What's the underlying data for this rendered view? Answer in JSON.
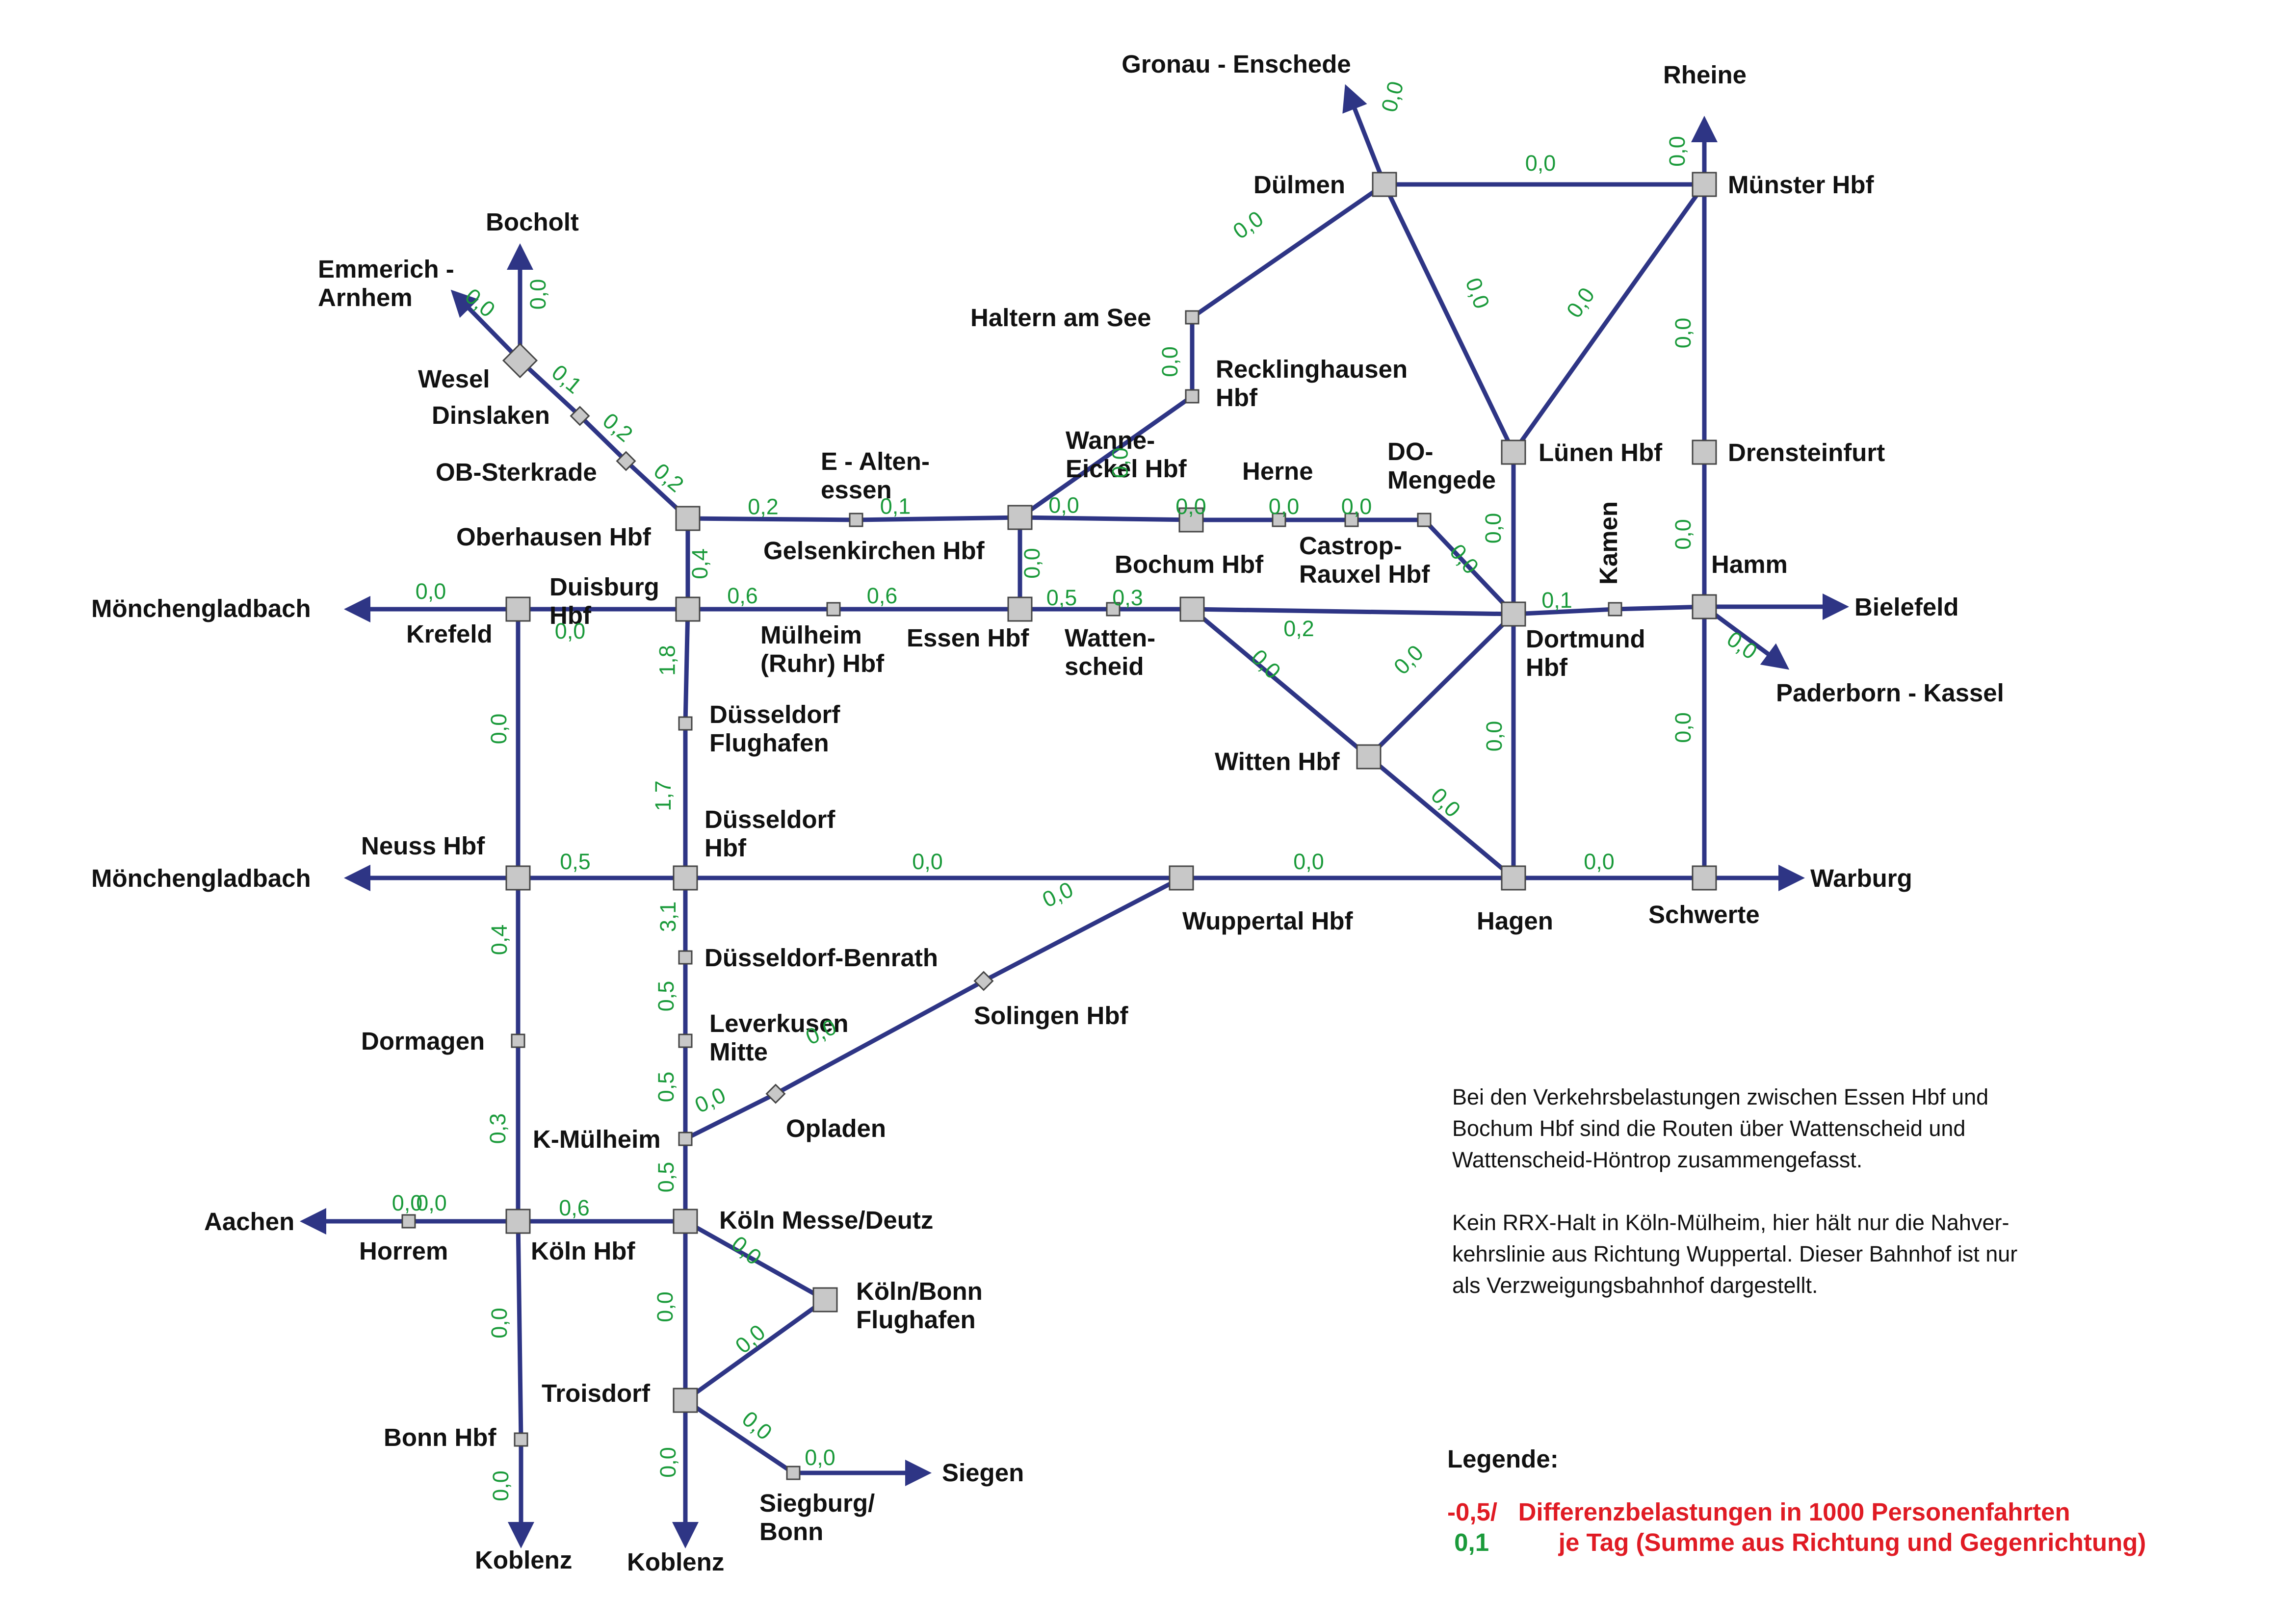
{
  "colors": {
    "line": "#2e3585",
    "station_fill": "#c8c8c8",
    "station_stroke": "#444444",
    "value": "#1a9a3a",
    "legend_red": "#e01b24",
    "label": "#111111"
  },
  "stations": {
    "gronau": [
      "Gronau - Enschede"
    ],
    "rheine": [
      "Rheine"
    ],
    "duelmen": [
      "Dülmen"
    ],
    "muenster": [
      "Münster Hbf"
    ],
    "bocholt": [
      "Bocholt"
    ],
    "emmerich": [
      "Emmerich -",
      "Arnhem"
    ],
    "haltern": [
      "Haltern am See"
    ],
    "recklinghausen": [
      "Recklinghausen",
      "Hbf"
    ],
    "wesel": [
      "Wesel"
    ],
    "dinslaken": [
      "Dinslaken"
    ],
    "sterkrade": [
      "OB-Sterkrade"
    ],
    "altenessen": [
      "E - Alten-",
      "essen"
    ],
    "wanne": [
      "Wanne-",
      "Eickel Hbf"
    ],
    "herne": [
      "Herne"
    ],
    "mengede": [
      "DO-",
      "Mengede"
    ],
    "luenen": [
      "Lünen Hbf"
    ],
    "drensteinfurt": [
      "Drensteinfurt"
    ],
    "oberhausen": [
      "Oberhausen Hbf"
    ],
    "gelsenkirchen": [
      "Gelsenkirchen Hbf"
    ],
    "bochum": [
      "Bochum Hbf"
    ],
    "castrop": [
      "Castrop-",
      "Rauxel Hbf"
    ],
    "kamen": [
      "Kamen"
    ],
    "hamm": [
      "Hamm"
    ],
    "mg1": [
      "Mönchengladbach"
    ],
    "krefeld": [
      "Krefeld"
    ],
    "duisburg": [
      "Duisburg",
      "Hbf"
    ],
    "muelheim": [
      "Mülheim",
      "(Ruhr) Hbf"
    ],
    "essen": [
      "Essen Hbf"
    ],
    "wattenscheid": [
      "Watten-",
      "scheid"
    ],
    "dortmund": [
      "Dortmund",
      "Hbf"
    ],
    "bielefeld": [
      "Bielefeld"
    ],
    "paderborn": [
      "Paderborn - Kassel"
    ],
    "dusflughafen": [
      "Düsseldorf",
      "Flughafen"
    ],
    "witten": [
      "Witten Hbf"
    ],
    "mg2": [
      "Mönchengladbach"
    ],
    "neuss": [
      "Neuss Hbf"
    ],
    "duesseldorf": [
      "Düsseldorf",
      "Hbf"
    ],
    "wuppertal": [
      "Wuppertal Hbf"
    ],
    "hagen": [
      "Hagen"
    ],
    "schwerte": [
      "Schwerte"
    ],
    "warburg": [
      "Warburg"
    ],
    "benrath": [
      "Düsseldorf-Benrath"
    ],
    "solingen": [
      "Solingen Hbf"
    ],
    "dormagen": [
      "Dormagen"
    ],
    "leverkusen": [
      "Leverkusen",
      "Mitte"
    ],
    "opladen": [
      "Opladen"
    ],
    "kmuelheim": [
      "K-Mülheim"
    ],
    "aachen": [
      "Aachen"
    ],
    "horrem": [
      "Horrem"
    ],
    "koeln": [
      "Köln Hbf"
    ],
    "messe": [
      "Köln Messe/Deutz"
    ],
    "cgn": [
      "Köln/Bonn",
      "Flughafen"
    ],
    "troisdorf": [
      "Troisdorf"
    ],
    "bonn": [
      "Bonn Hbf"
    ],
    "siegen": [
      "Siegen"
    ],
    "siegburg": [
      "Siegburg/",
      "Bonn"
    ],
    "koblenz1": [
      "Koblenz"
    ],
    "koblenz2": [
      "Koblenz"
    ]
  },
  "values": {
    "gronau_duelmen": "0,0",
    "duelmen_muenster": "0,0",
    "rheine_muenster": "0,0",
    "duelmen_haltern": "0,0",
    "duelmen_luenen": "0,0",
    "muenster_luenen": "0,0",
    "muenster_drensteinfurt": "0,0",
    "drensteinfurt_hamm": "0,0",
    "bocholt_wesel": "0,0",
    "emmerich_wesel": "0,0",
    "wesel_dinslaken": "0,1",
    "dinslaken_sterkrade": "0,2",
    "sterkrade_oberhausen": "0,2",
    "haltern_recklinghausen": "0,0",
    "recklinghausen_wanne": "0,0",
    "oberhausen_altenessen": "0,2",
    "altenessen_gelsenkirchen": "0,1",
    "gelsenkirchen_wanne": "0,0",
    "wanne_herne": "0,0",
    "herne_castrop": "0,0",
    "castrop_mengede": "0,0",
    "mengede_dortmund": "0,0",
    "luenen_dortmund": "0,0",
    "oberhausen_duisburg": "0,4",
    "gelsenkirchen_essen": "0,0",
    "mg_krefeld": "0,0",
    "krefeld_duisburg": "0,0",
    "duisburg_muelheim": "0,6",
    "muelheim_essen": "0,6",
    "essen_wattenscheid": "0,5",
    "wattenscheid_bochum": "0,3",
    "bochum_dortmund": "0,2",
    "dortmund_kamen": "0,1",
    "hamm_paderborn": "0,0",
    "bochum_witten": "0,0",
    "witten_dortmund": "0,0",
    "witten_hagen": "0,0",
    "dortmund_hagen": "0,0",
    "hamm_schwerte": "0,0",
    "duisburg_flughafen": "1,8",
    "flughafen_duesseldorf": "1,7",
    "krefeld_neuss": "0,0",
    "neuss_duesseldorf": "0,5",
    "duesseldorf_wuppertal": "0,0",
    "wuppertal_hagen": "0,0",
    "hagen_schwerte": "0,0",
    "duesseldorf_benrath": "3,1",
    "benrath_leverkusen": "0,5",
    "leverkusen_kmuelheim": "0,5",
    "kmuelheim_messe": "0,5",
    "wuppertal_solingen": "0,0",
    "solingen_opladen": "0,0",
    "opladen_kmuelheim": "0,0",
    "neuss_dormagen": "0,4",
    "dormagen_koeln": "0,3",
    "aachen_horrem": "0,0",
    "horrem_koeln": "0,0",
    "koeln_messe": "0,6",
    "messe_cgn": "0,0",
    "cgn_troisdorf": "0,0",
    "messe_troisdorf": "0,0",
    "troisdorf_koblenz": "0,0",
    "troisdorf_siegburg": "0,0",
    "siegburg_siegen": "0,0",
    "koeln_bonn": "0,0",
    "bonn_koblenz": "0,0"
  },
  "notes": [
    "Bei den Verkehrsbelastungen zwischen Essen Hbf und\nBochum Hbf sind die Routen über Wattenscheid und\nWattenscheid-Höntrop zusammengefasst.",
    "Kein RRX-Halt in Köln-Mülheim, hier hält nur die Nahver-\nkehrslinie aus Richtung Wuppertal. Dieser Bahnhof ist nur\nals Verzweigungsbahnhof dargestellt."
  ],
  "legend": {
    "title": "Legende:",
    "red_value": "-0,5/",
    "red_text": "Differenzbelastungen in 1000 Personenfahrten",
    "green_value": " 0,1",
    "green_text": "je Tag (Summe aus Richtung und Gegenrichtung)"
  }
}
